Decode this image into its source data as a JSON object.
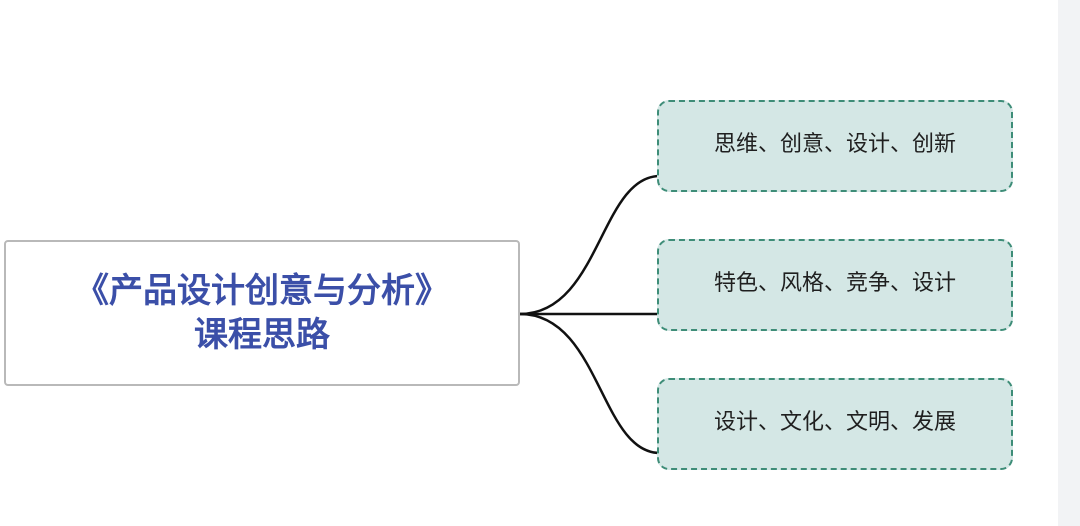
{
  "root": {
    "line1": "《产品设计创意与分析》",
    "line2": "课程思路"
  },
  "branches": [
    {
      "label": "思维、创意、设计、创新"
    },
    {
      "label": "特色、风格、竞争、设计"
    },
    {
      "label": "设计、文化、文明、发展"
    }
  ],
  "colors": {
    "root_text": "#3b4fa8",
    "root_border": "#b9b9b9",
    "branch_fill": "#d4e7e5",
    "branch_border": "#3e8d78",
    "connector": "#111111"
  }
}
